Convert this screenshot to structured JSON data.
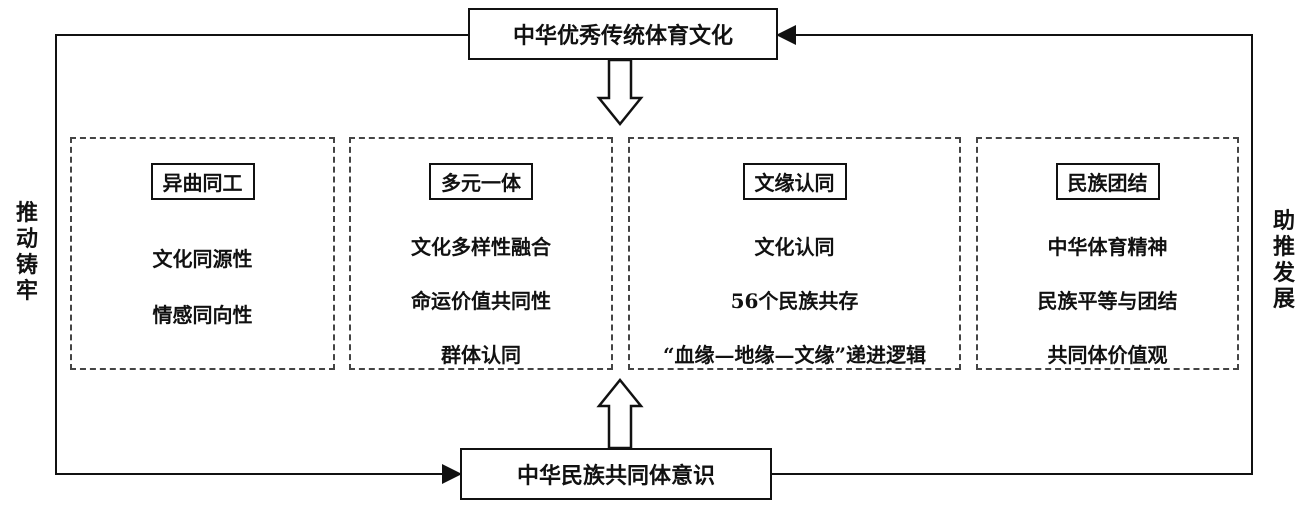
{
  "top_box": "中华优秀传统体育文化",
  "bottom_box": "中华民族共同体意识",
  "left_label": "推动铸牢",
  "right_label": "助推发展",
  "panels": [
    {
      "title": "异曲同工",
      "items": [
        "文化同源性",
        "情感同向性"
      ]
    },
    {
      "title": "多元一体",
      "items": [
        "文化多样性融合",
        "命运价值共同性",
        "群体认同"
      ]
    },
    {
      "title": "文缘认同",
      "items": [
        "文化认同",
        "56个民族共存",
        "“血缘—地缘—文缘”递进逻辑"
      ]
    },
    {
      "title": "民族团结",
      "items": [
        "中华体育精神",
        "民族平等与团结",
        "共同体价值观"
      ]
    }
  ]
}
